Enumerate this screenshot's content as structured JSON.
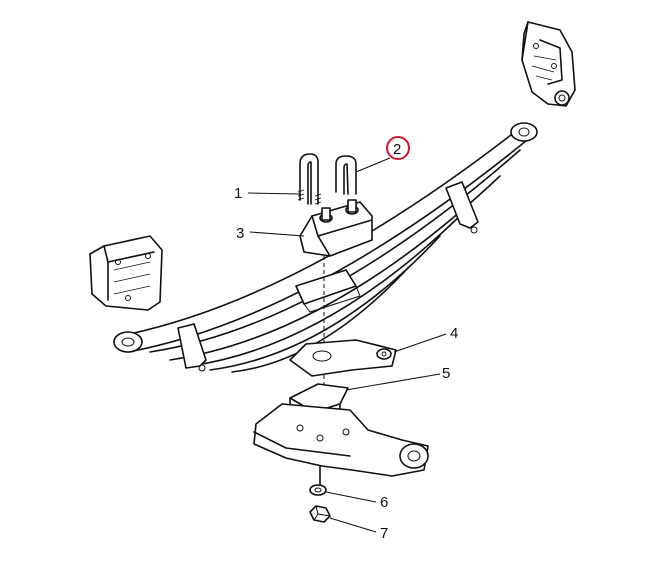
{
  "callouts": [
    {
      "id": "1",
      "label": "1"
    },
    {
      "id": "2",
      "label": "2"
    },
    {
      "id": "3",
      "label": "3"
    },
    {
      "id": "4",
      "label": "4"
    },
    {
      "id": "5",
      "label": "5"
    },
    {
      "id": "6",
      "label": "6"
    },
    {
      "id": "7",
      "label": "7"
    }
  ],
  "highlight": {
    "callout": "2",
    "color": "#d0192b"
  }
}
